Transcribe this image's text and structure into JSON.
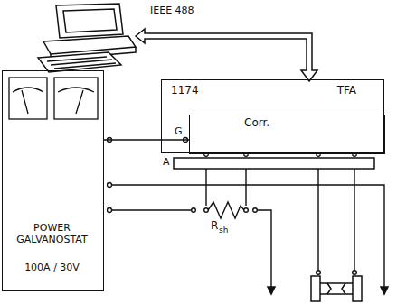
{
  "diagram": {
    "nodes": [
      {
        "text": [
          "POWER GALVANOSTAT",
          "100A / 30V"
        ]
      },
      {
        "text": [
          "1174",
          "TFA"
        ]
      },
      {
        "text": [
          "Corr."
        ],
        "in": 1
      }
    ],
    "edges": [
      {
        "from": 0,
        "to": 2,
        "arrow": "none"
      }
    ],
    "labels": [
      "IEEE 488",
      "G",
      "A",
      "R",
      "sh"
    ]
  }
}
